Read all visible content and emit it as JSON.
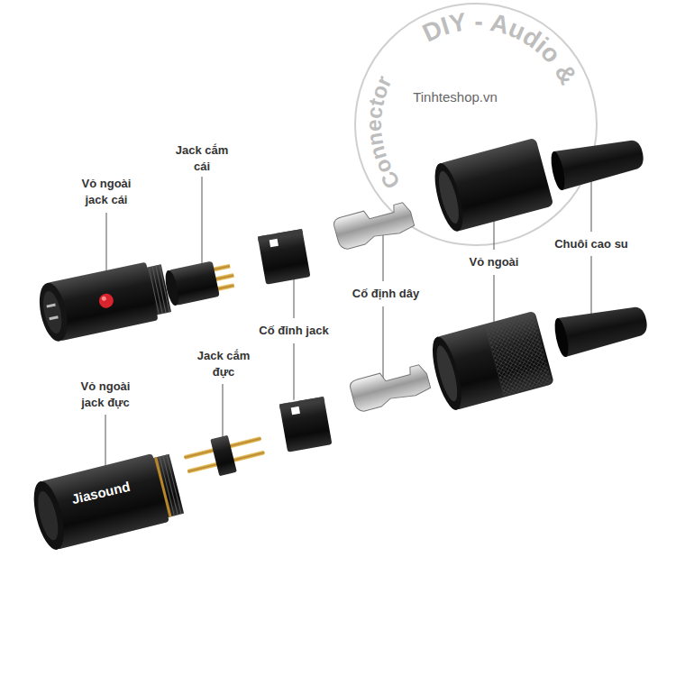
{
  "diagram": {
    "labels": [
      "DIY - Audio &",
      "Connector",
      "Tinhteshop.vn",
      "Vỏ ngoài jack cái",
      "Jack cắm cái",
      "Vỏ ngoài",
      "Chuôi cao su",
      "Cố định dây",
      "Cố đỉnh jack",
      "Jack cắm đực",
      "Vỏ ngoài jack đực",
      "Jiasound"
    ]
  }
}
